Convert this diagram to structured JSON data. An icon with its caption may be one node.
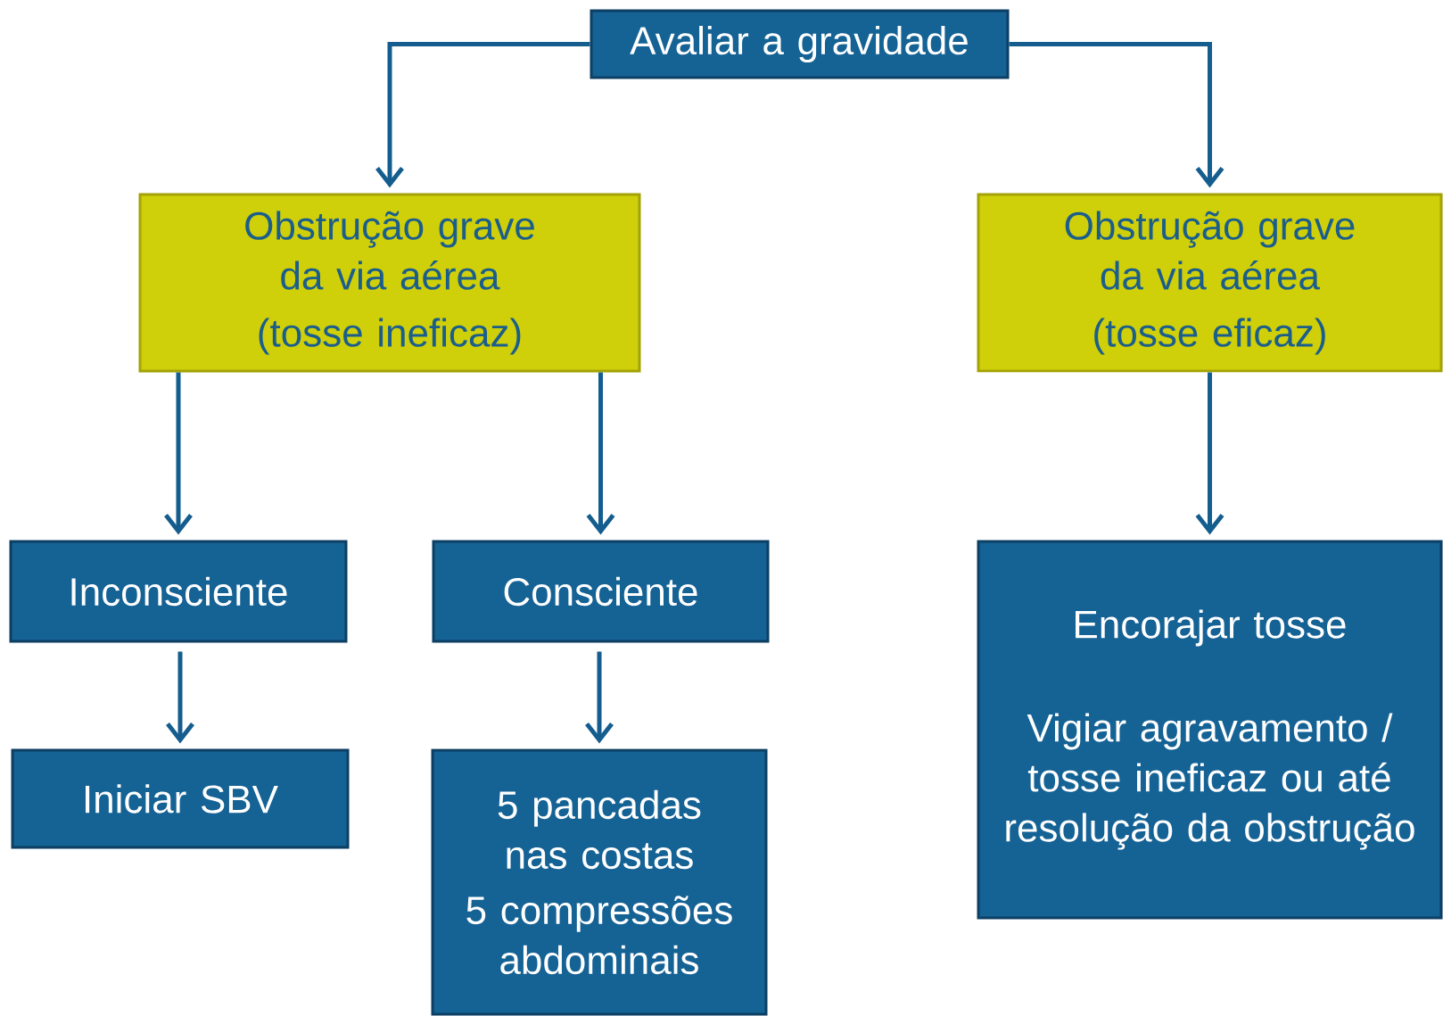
{
  "diagram": {
    "nodes": [
      {
        "text": [
          "Avaliar a gravidade"
        ]
      },
      {
        "text": [
          "Obstrução grave da via aérea",
          "(tosse ineficaz)"
        ]
      },
      {
        "text": [
          "Obstrução grave da via aérea",
          "(tosse eficaz)"
        ]
      },
      {
        "text": [
          "Inconsciente"
        ]
      },
      {
        "text": [
          "Consciente"
        ]
      },
      {
        "text": [
          "Iniciar SBV"
        ]
      },
      {
        "text": [
          "5 pancadas nas costas",
          "5 compressões abdominais"
        ]
      },
      {
        "text": [
          "Encorajar tosse",
          "Vigiar agravamento / tosse ineficaz ou até resolução da obstrução"
        ]
      }
    ],
    "edges": [
      {
        "from": 0,
        "to": 1,
        "arrow": "to"
      },
      {
        "from": 0,
        "to": 2,
        "arrow": "to"
      },
      {
        "from": 1,
        "to": 3,
        "arrow": "to"
      },
      {
        "from": 1,
        "to": 4,
        "arrow": "to"
      },
      {
        "from": 2,
        "to": 7,
        "arrow": "to"
      },
      {
        "from": 3,
        "to": 5,
        "arrow": "to"
      },
      {
        "from": 4,
        "to": 6,
        "arrow": "to"
      }
    ]
  }
}
